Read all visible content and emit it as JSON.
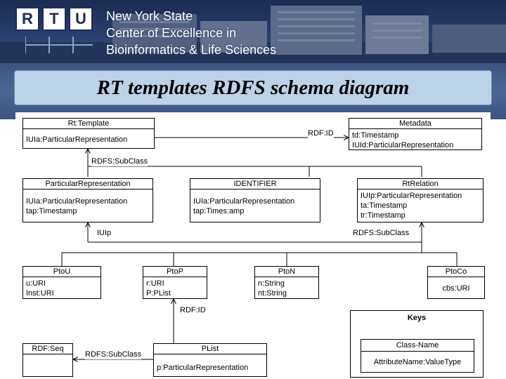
{
  "header": {
    "logo_letters": [
      "R",
      "T",
      "U"
    ],
    "lines": [
      "New York State",
      "Center of Excellence in",
      "Bioinformatics & Life Sciences"
    ]
  },
  "title": "RT templates RDFS schema diagram",
  "diagram": {
    "classes": {
      "rt_template": {
        "name": "Rt:Template",
        "attributes": [
          "IUIa:ParticularRepresentation"
        ]
      },
      "metadata": {
        "name": "Metadata",
        "attributes": [
          "td:Timestamp",
          "IUId:ParticularRepresentation"
        ]
      },
      "particular_representation": {
        "name": "ParticularRepresentation",
        "attributes": [
          "IUIa:ParticularRepresentation",
          "tap:Timestamp"
        ]
      },
      "identifier": {
        "name": "IDENTIFIER",
        "attributes": [
          "IUIa:ParticularRepresentation",
          "tap:Times:amp"
        ]
      },
      "rt_relation": {
        "name": "RtRelation",
        "attributes": [
          "IUIp:ParticularRepresentation",
          "ta:Timestamp",
          "tr:Timestamp"
        ]
      },
      "ptou": {
        "name": "PtoU",
        "attributes": [
          "u:URI",
          "Inst:URI"
        ]
      },
      "ptop": {
        "name": "PtoP",
        "attributes": [
          "r:URI",
          "P:PList"
        ]
      },
      "pton": {
        "name": "PtoN",
        "attributes": [
          "n:String",
          "nt:String"
        ]
      },
      "ptoco": {
        "name": "PtoCo",
        "attributes": [
          "cbs:URI"
        ]
      },
      "rdf_seq": {
        "name": "RDF:Seq",
        "attributes": [
          ""
        ]
      },
      "plist": {
        "name": "PList",
        "attributes": [
          "p:ParticularRepresentation"
        ]
      }
    },
    "edge_labels": {
      "template_metadata": "RDF:ID",
      "template_subclass": "RDFS:SubClass",
      "iuip": "IUIp",
      "relation_subclass": "RDFS:SubClass",
      "ptop_plist": "RDF:ID",
      "plist_seq": "RDFS:SubClass"
    },
    "keys": {
      "title": "Keys",
      "class_name": "Class-Name",
      "attribute": "AttributeName:ValueType"
    }
  }
}
